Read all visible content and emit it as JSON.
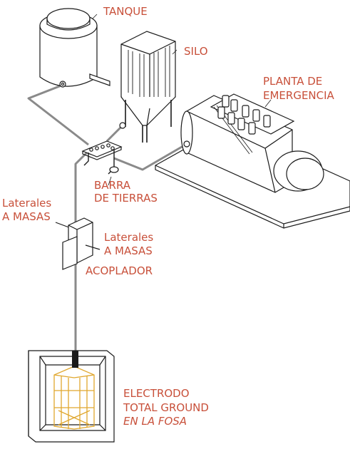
{
  "labels": {
    "tanque": "TANQUE",
    "silo": "SILO",
    "planta_1": "PLANTA DE",
    "planta_2": "EMERGENCIA",
    "barra_1": "BARRA",
    "barra_2": "DE TIERRAS",
    "lat_left_1": "Laterales",
    "lat_left_2": "A MASAS",
    "lat_right_1": "Laterales",
    "lat_right_2": "A MASAS",
    "acoplador": "ACOPLADOR",
    "electrodo_1": "ELECTRODO",
    "electrodo_2": "TOTAL GROUND",
    "electrodo_3": "EN LA FOSA"
  },
  "colors": {
    "label": "#c8503a",
    "cable": "#8a8a8a",
    "outline": "#1a1a1a",
    "electrode": "#e0a72e"
  }
}
